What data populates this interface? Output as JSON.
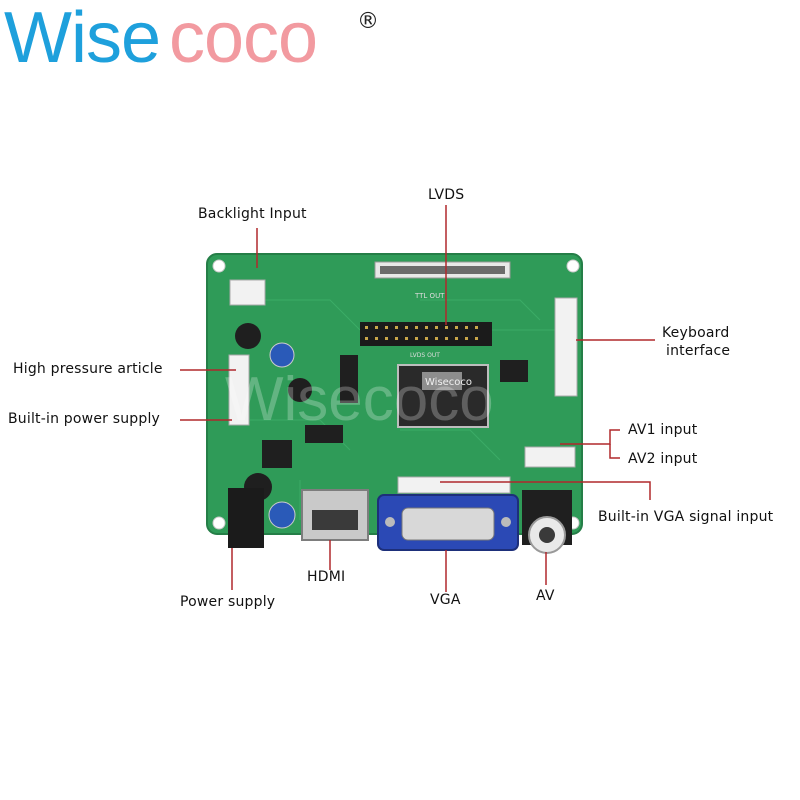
{
  "brand": {
    "logo_text": "Wisecoco",
    "registered_mark": "®",
    "colors": {
      "wise": "#1ea0dc",
      "coco": "#f29aa0"
    }
  },
  "callouts": {
    "lvds": "LVDS",
    "backlight": "Backlight Input",
    "keyboard_line1": "Keyboard",
    "keyboard_line2": "interface",
    "high_pressure": "High pressure article",
    "builtin_power": "Built-in power supply",
    "av1": "AV1 input",
    "av2": "AV2 input",
    "builtin_vga": "Built-in VGA signal input",
    "hdmi": "HDMI",
    "power_supply": "Power supply",
    "vga": "VGA",
    "av": "AV"
  },
  "board": {
    "pcb_color": "#2f9b58",
    "chip_text": "Wisecoco",
    "connector_marks": [
      "TTL OUT",
      "LVDS OUT"
    ]
  },
  "accent_line_color": "#b0282c"
}
